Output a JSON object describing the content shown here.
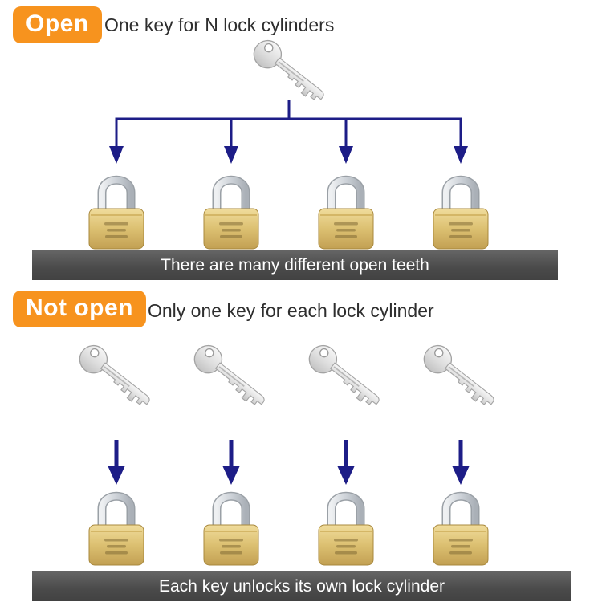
{
  "section_open": {
    "badge": "Open",
    "title": "One key for N lock cylinders",
    "banner": "There are many different open teeth"
  },
  "section_not_open": {
    "badge": "Not open",
    "title": "Only one key for each lock cylinder",
    "banner": "Each key unlocks its own lock cylinder"
  },
  "colors": {
    "badge_orange": "#f7931e",
    "arrow_blue": "#1d1d87",
    "banner_gray": "#4a4a4a",
    "banner_text": "#ffffff",
    "brass_body": "#dcc071",
    "silver_metal": "#cdd2d8"
  }
}
